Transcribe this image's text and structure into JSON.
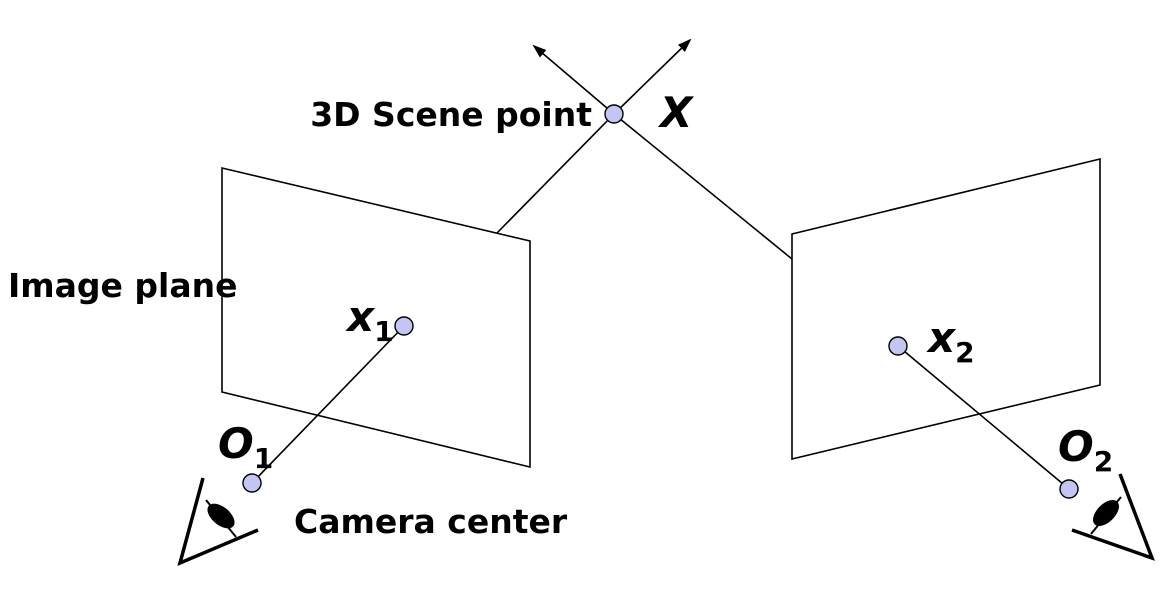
{
  "labels": {
    "scene_point": "3D Scene point",
    "X": "X",
    "image_plane": "Image plane",
    "x1_base": "x",
    "x1_sub": "1",
    "x2_base": "x",
    "x2_sub": "2",
    "o1_base": "O",
    "o1_sub": "1",
    "o2_base": "O",
    "o2_sub": "2",
    "camera_center": "Camera center"
  },
  "colors": {
    "point_fill": "#c3c5f2",
    "line": "#000000",
    "background": "#ffffff"
  }
}
